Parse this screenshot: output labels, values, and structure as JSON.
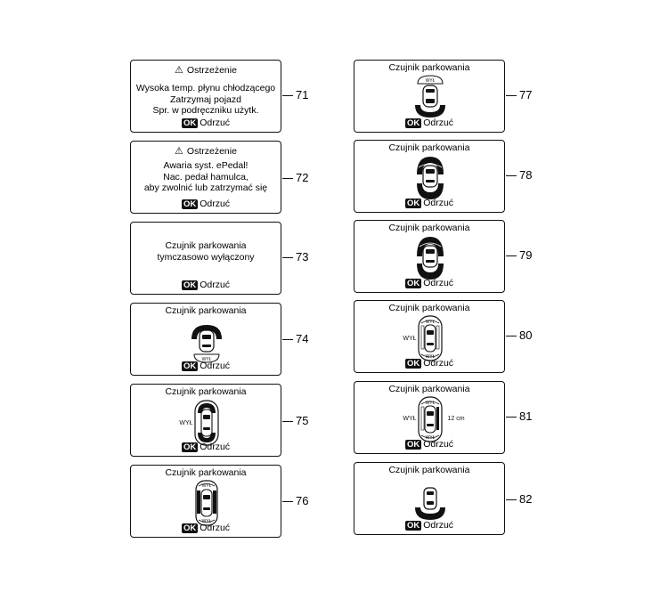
{
  "warning_title": "Ostrzeżenie",
  "ok_badge": "OK",
  "dismiss_label": "Odrzuć",
  "sensor_title": "Czujnik parkowania",
  "off_label": "WYŁ",
  "distance_label": "12 cm",
  "panels": {
    "p71": {
      "number": "71",
      "lines": [
        "Wysoka temp. płynu chłodzącego",
        "Zatrzymaj pojazd",
        "Spr. w podręczniku użytk."
      ]
    },
    "p72": {
      "number": "72",
      "lines": [
        "Awaria syst. ePedal!",
        "Nac. pedał hamulca,",
        "aby zwolnić lub zatrzymać się"
      ]
    },
    "p73": {
      "number": "73",
      "lines": [
        "Czujnik parkowania",
        "tymczasowo wyłączony"
      ]
    },
    "p74": {
      "number": "74"
    },
    "p75": {
      "number": "75"
    },
    "p76": {
      "number": "76"
    },
    "p77": {
      "number": "77"
    },
    "p78": {
      "number": "78"
    },
    "p79": {
      "number": "79"
    },
    "p80": {
      "number": "80"
    },
    "p81": {
      "number": "81"
    },
    "p82": {
      "number": "82"
    }
  }
}
